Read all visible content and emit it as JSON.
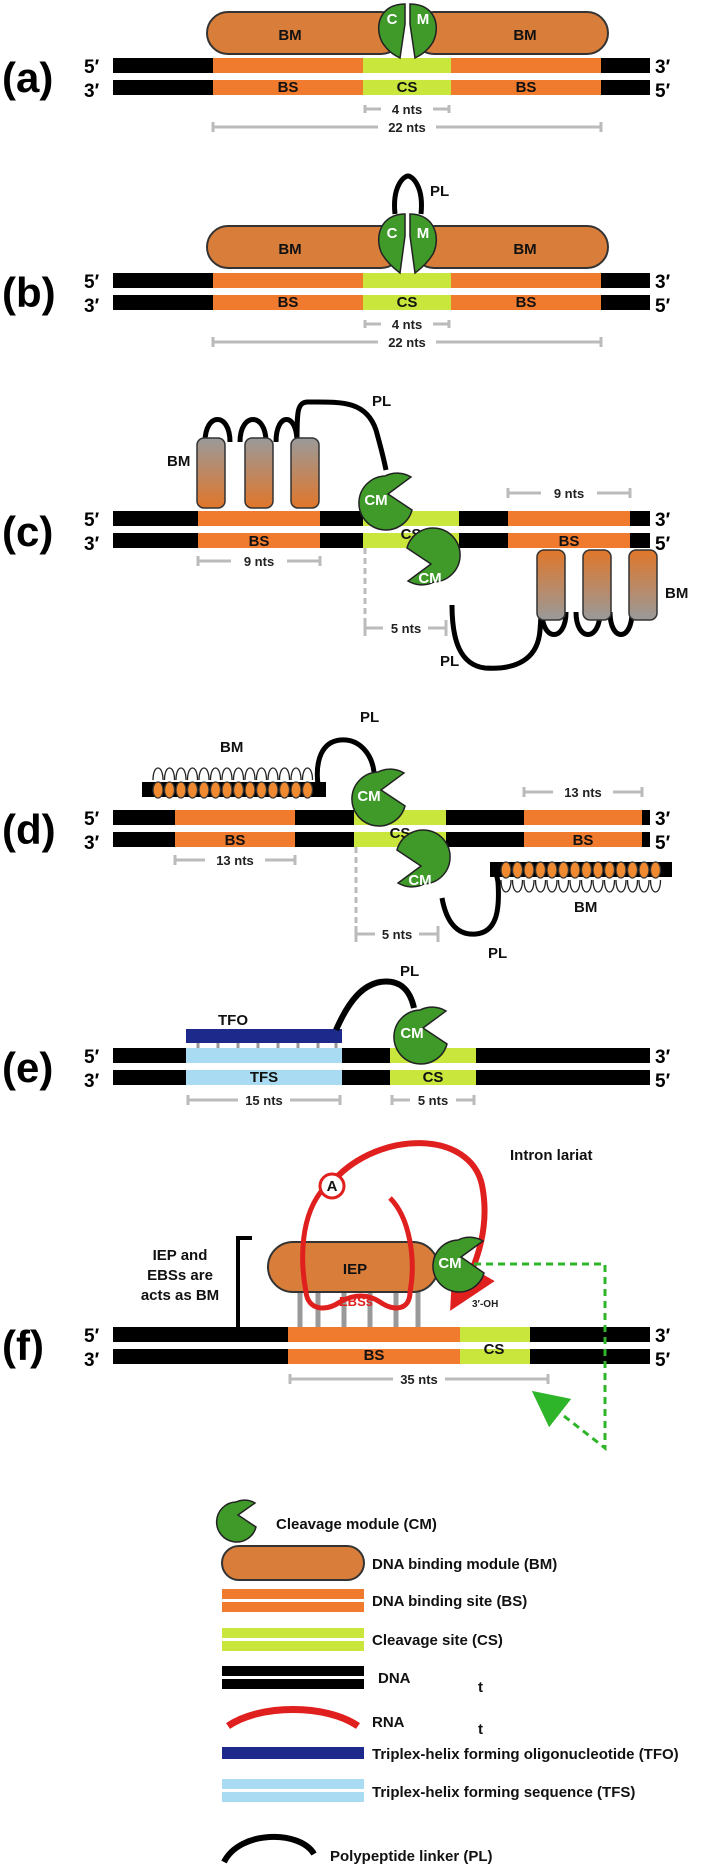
{
  "colors": {
    "dna": "#000000",
    "binding_site": "#f07a2e",
    "cleavage_site": "#c8e63c",
    "binding_module": "#d97e3a",
    "cleavage_module": "#3f9a2a",
    "rna": "#e0201e",
    "tfo": "#1d2a8c",
    "tfs": "#a9dcf2",
    "spacer": "#bbbbbb"
  },
  "labels": {
    "five": "5′",
    "three": "3′",
    "bm": "BM",
    "bs": "BS",
    "cs": "CS",
    "c": "C",
    "m": "M",
    "cm": "CM",
    "pl": "PL",
    "tfo": "TFO",
    "tfs": "TFS",
    "iep": "IEP",
    "ebss": "EBSs",
    "a": "A",
    "oh": "3′-OH",
    "intron_lariat": "Intron lariat",
    "iep_note_1": "IEP and",
    "iep_note_2": "EBSs are",
    "iep_note_3": "acts as BM"
  },
  "panels": {
    "a": "(a)",
    "b": "(b)",
    "c": "(c)",
    "d": "(d)",
    "e": "(e)",
    "f": "(f)"
  },
  "spacings": {
    "a_cs": "4 nts",
    "a_total": "22 nts",
    "b_cs": "4 nts",
    "b_total": "22 nts",
    "c_bs_left": "9 nts",
    "c_bs_right": "9 nts",
    "c_cs": "5 nts",
    "d_bs_left": "13 nts",
    "d_bs_right": "13 nts",
    "d_cs": "5 nts",
    "e_tfs": "15 nts",
    "e_cs": "5 nts",
    "f_total": "35 nts"
  },
  "legend": [
    {
      "icon": "cleavage-module-icon",
      "label": "Cleavage module (CM)"
    },
    {
      "icon": "binding-module-icon",
      "label": "DNA binding module (BM)"
    },
    {
      "icon": "binding-site-icon",
      "label": "DNA binding site (BS)"
    },
    {
      "icon": "cleavage-site-icon",
      "label": "Cleavage site (CS)"
    },
    {
      "icon": "dna-icon",
      "label": "DNA",
      "mark": "t"
    },
    {
      "icon": "rna-icon",
      "label": "RNA",
      "mark": "t"
    },
    {
      "icon": "tfo-icon",
      "label": "Triplex-helix forming oligonucleotide (TFO)"
    },
    {
      "icon": "tfs-icon",
      "label": "Triplex-helix forming sequence (TFS)"
    },
    {
      "icon": "linker-icon",
      "label": "Polypeptide linker (PL)"
    }
  ]
}
